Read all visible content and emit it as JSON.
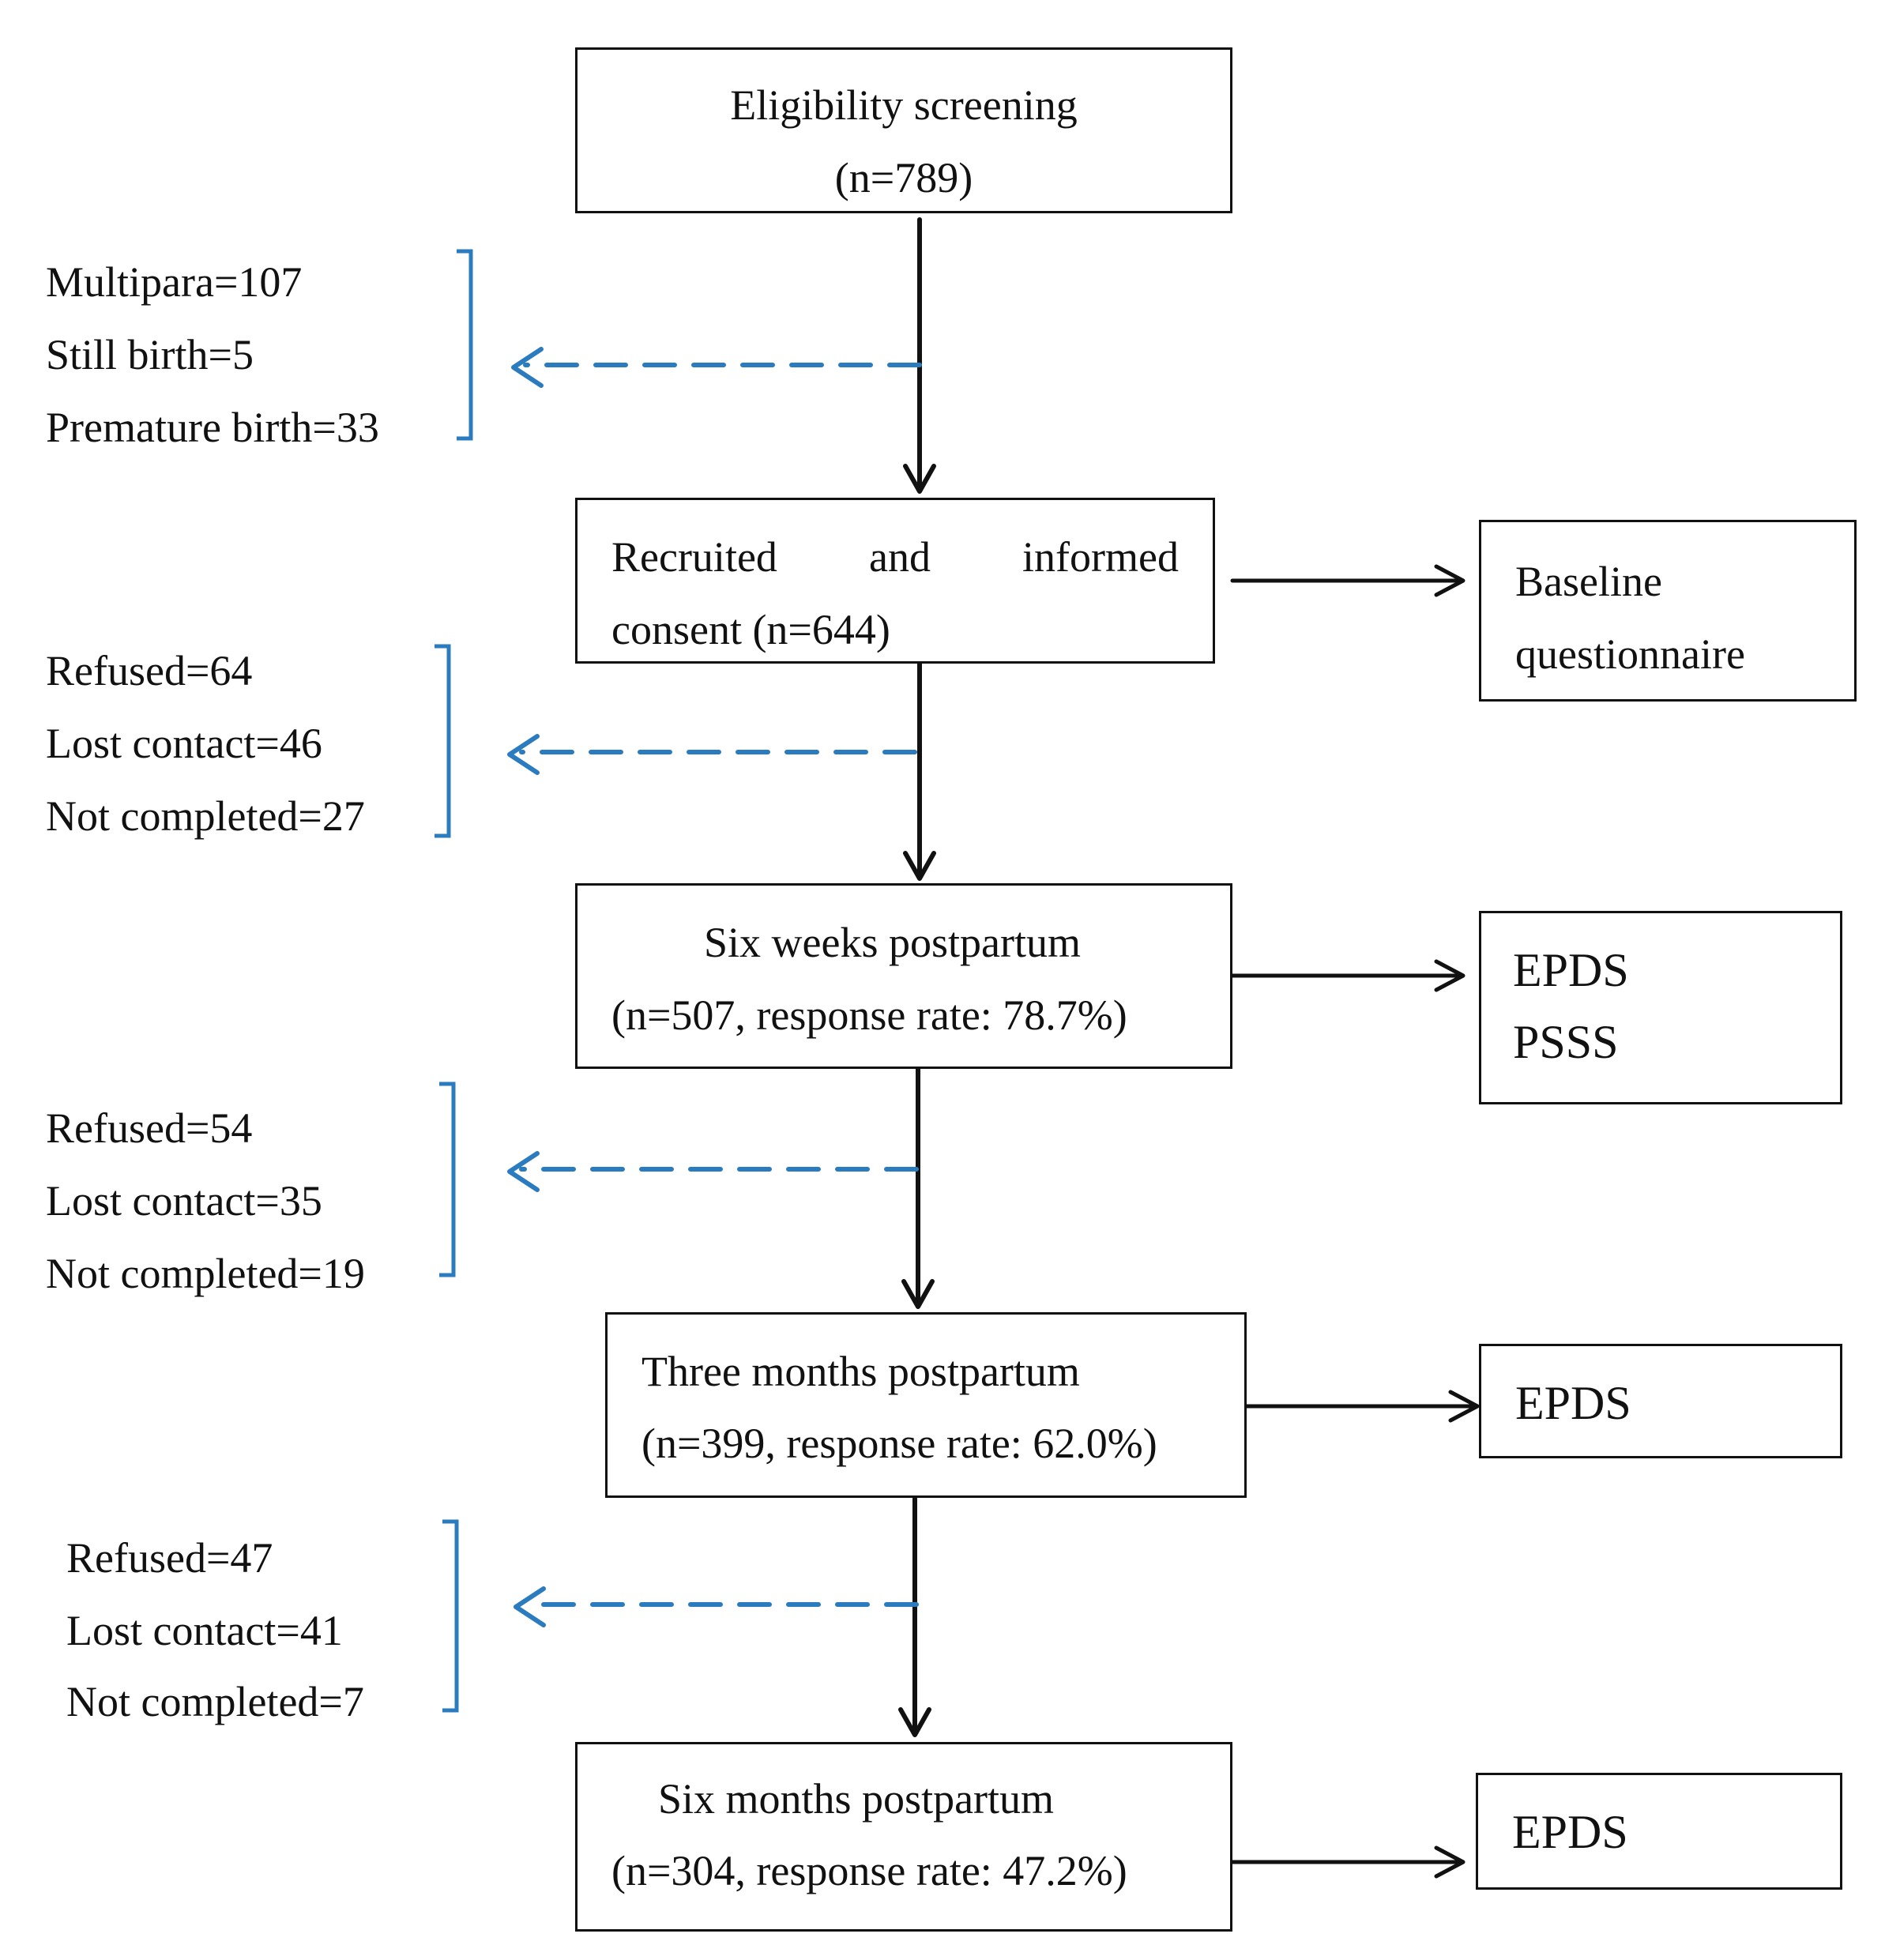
{
  "boxes": {
    "screening": {
      "line1": "Eligibility screening",
      "line2": "(n=789)"
    },
    "recruited": {
      "line1_words": [
        "Recruited",
        "and",
        "informed"
      ],
      "line2": "consent (n=644)"
    },
    "six_weeks": {
      "line1": "Six weeks postpartum",
      "line2": "(n=507, response rate: 78.7%)"
    },
    "three_months": {
      "line1": "Three months postpartum",
      "line2": "(n=399, response rate: 62.0%)"
    },
    "six_months": {
      "line1": "Six months postpartum",
      "line2": "(n=304, response rate: 47.2%)"
    }
  },
  "outcomes": {
    "baseline": {
      "line1": "Baseline",
      "line2": "questionnaire"
    },
    "six_weeks": {
      "line1": "EPDS",
      "line2": "PSSS"
    },
    "three_months": {
      "line1": "EPDS"
    },
    "six_months": {
      "line1": "EPDS"
    }
  },
  "exclusions": {
    "stage1": [
      "Multipara=107",
      "Still birth=5",
      "Premature birth=33"
    ],
    "stage2": [
      "Refused=64",
      "Lost contact=46",
      "Not completed=27"
    ],
    "stage3": [
      "Refused=54",
      "Lost contact=35",
      "Not completed=19"
    ],
    "stage4": [
      "Refused=47",
      "Lost contact=41",
      "Not completed=7"
    ]
  },
  "colors": {
    "line": "#111111",
    "exclusion": "#2b7bbf"
  }
}
